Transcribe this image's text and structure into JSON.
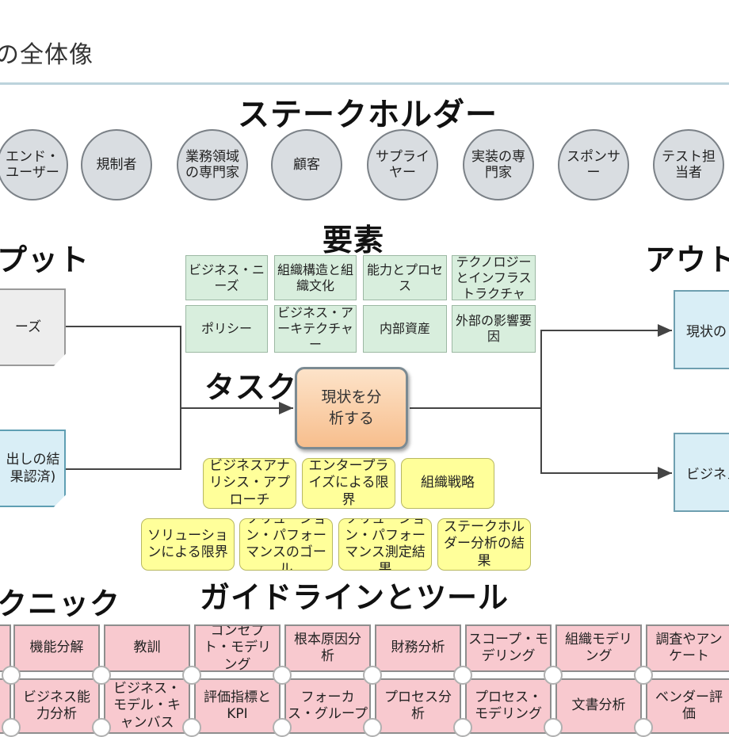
{
  "page": {
    "title": "の全体像"
  },
  "stakeholders": {
    "heading": "ステークホルダー",
    "items": [
      {
        "label": "エンド・ユーザー"
      },
      {
        "label": "規制者"
      },
      {
        "label": "業務領域の専門家"
      },
      {
        "label": "顧客"
      },
      {
        "label": "サプライヤー"
      },
      {
        "label": "実装の専門家"
      },
      {
        "label": "スポンサー"
      },
      {
        "label": "テスト担当者"
      }
    ]
  },
  "elements": {
    "heading": "要素",
    "items": [
      {
        "label": "ビジネス・ニーズ"
      },
      {
        "label": "組織構造と組織文化"
      },
      {
        "label": "能力とプロセス"
      },
      {
        "label": "テクノロジーとインフラストラクチャ"
      },
      {
        "label": "ポリシー"
      },
      {
        "label": "ビジネス・アーキテクチャー"
      },
      {
        "label": "内部資産"
      },
      {
        "label": "外部の影響要因"
      }
    ]
  },
  "inputs": {
    "heading": "プット",
    "items": [
      {
        "label": "ーズ"
      },
      {
        "label": "出しの結果認済)"
      }
    ]
  },
  "outputs": {
    "heading": "アウト",
    "items": [
      {
        "label": "現状の"
      },
      {
        "label": "ビジネス"
      }
    ]
  },
  "task": {
    "heading": "タスク",
    "label": "現状を分析する"
  },
  "guidelines": {
    "heading": "ガイドラインとツール",
    "items": [
      {
        "label": "ビジネスアナリシス・アプローチ"
      },
      {
        "label": "エンタープライズによる限界"
      },
      {
        "label": "組織戦略"
      },
      {
        "label": "ソリューションによる限界"
      },
      {
        "label": "ソリューション・パフォーマンスのゴール"
      },
      {
        "label": "ソリューション・パフォーマンス測定結果"
      },
      {
        "label": "ステークホルダー分析の結果"
      }
    ]
  },
  "techniques": {
    "heading": "クニック",
    "items": [
      {
        "label": "機能分解"
      },
      {
        "label": "教訓"
      },
      {
        "label": "コンセプト・モデリング"
      },
      {
        "label": "根本原因分析"
      },
      {
        "label": "財務分析"
      },
      {
        "label": "スコープ・モデリング"
      },
      {
        "label": "組織モデリング"
      },
      {
        "label": "調査やアンケート"
      },
      {
        "label": "ビジネス能力分析"
      },
      {
        "label": "ビジネス・モデル・キャンバス"
      },
      {
        "label": "評価指標とKPI"
      },
      {
        "label": "フォーカス・グループ"
      },
      {
        "label": "プロセス分析"
      },
      {
        "label": "プロセス・モデリング"
      },
      {
        "label": "文書分析"
      },
      {
        "label": "ベンダー評価"
      }
    ]
  },
  "colors": {
    "stakeholder_fill": "#d9dde1",
    "element_fill": "#d8eedd",
    "guideline_fill": "#ffff9a",
    "technique_fill": "#f8c9cf",
    "task_fill": "#f7be8d",
    "output_fill": "#d9eef6",
    "input_note_fill": "#d9eef6"
  }
}
